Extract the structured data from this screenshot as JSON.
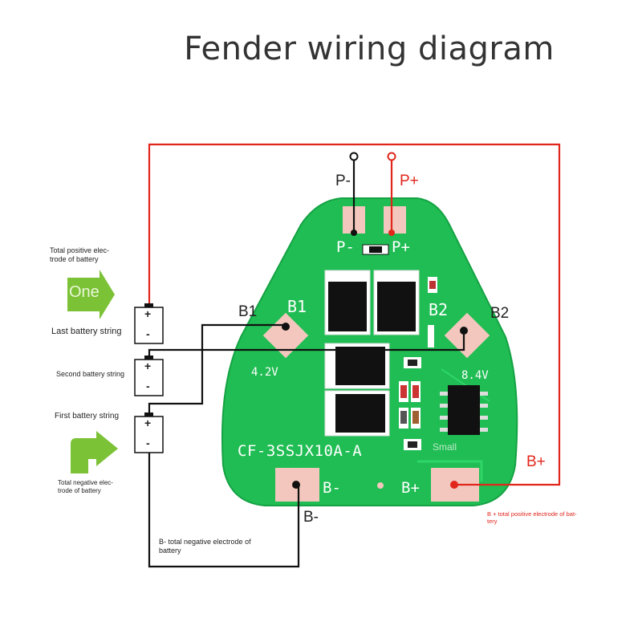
{
  "title": "Fender wiring diagram",
  "terminals": {
    "p_minus": "P-",
    "p_plus": "P+",
    "b1": "B1",
    "b2": "B2",
    "b_minus": "B-",
    "b_plus": "B+"
  },
  "board": {
    "silk_p": "P-",
    "silk_pplus": "P+",
    "silk_b1": "B1",
    "silk_b2": "B2",
    "silk_bminus": "B-",
    "silk_bplus": "B+",
    "v42": "4.2V",
    "v84": "8.4V",
    "model": "CF-3SSJX10A-A",
    "small": "Small"
  },
  "battery": {
    "total_positive": "Total positive elec-\ntrode of battery",
    "one_badge": "One",
    "last_string": "Last battery string",
    "second_string": "Second battery string",
    "first_string": "First battery string",
    "total_negative": "Total negative elec-\ntrode of battery",
    "cell_plus": "+",
    "cell_minus": "-"
  },
  "notes": {
    "b_minus_note": "B- total negative electrode of\nbattery",
    "b_plus_note": "B + total positive electrode of bat-\ntery"
  },
  "colors": {
    "board_green": "#1fbd53",
    "pad_pink": "#f3c7bd",
    "wire_red": "#e1261c",
    "wire_black": "#111111",
    "arrow_green": "#7cc236"
  }
}
